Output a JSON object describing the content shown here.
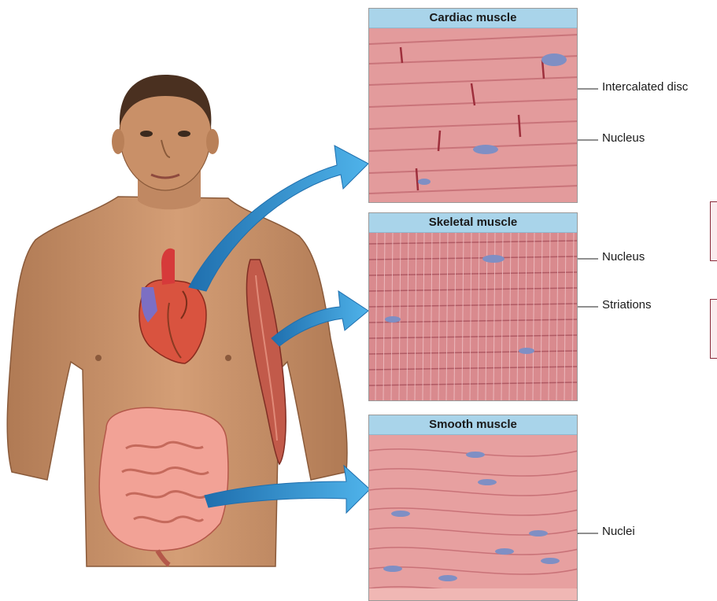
{
  "panels": [
    {
      "id": "cardiac",
      "title": "Cardiac muscle"
    },
    {
      "id": "skeletal",
      "title": "Skeletal muscle"
    },
    {
      "id": "smooth",
      "title": "Smooth muscle"
    }
  ],
  "labels": {
    "intercalated_disc": "Intercalated disc",
    "cardiac_nucleus": "Nucleus",
    "skeletal_nucleus": "Nucleus",
    "striations": "Striations",
    "nuclei": "Nuclei"
  },
  "colors": {
    "header_bg": "#a9d4ea",
    "arrow": "#2f8fcf",
    "tissue": "#e5999b",
    "nucleus": "#7f8fc4",
    "skin": "#c68c63"
  }
}
